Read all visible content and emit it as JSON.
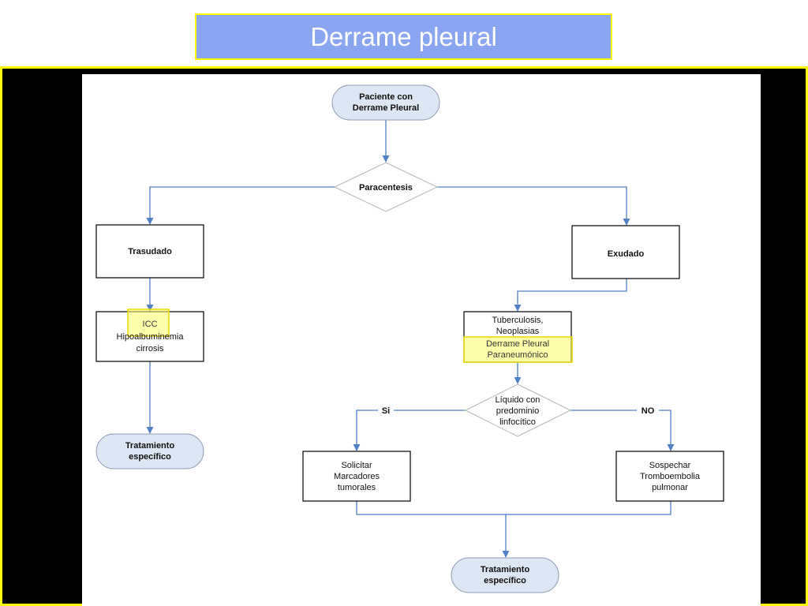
{
  "slide": {
    "title": "Derrame pleural"
  },
  "flow": {
    "start": [
      "Paciente con",
      "Derrame Pleural"
    ],
    "decision1": "Paracentesis",
    "trasudado": "Trasudado",
    "exudado": "Exudado",
    "trasudado_causes": {
      "icc": "ICC",
      "hipo": "Hipoalbuminemia",
      "cirrosis": "cirrosis"
    },
    "exudado_causes": [
      "Tuberculosis,",
      "Neoplasias"
    ],
    "paraneumonico": [
      "Derrame Pleural",
      "Paraneumónico"
    ],
    "decision2": [
      "Líquido con",
      "predominio",
      "linfocítico"
    ],
    "yes_label": "Si",
    "no_label": "NO",
    "left_action": [
      "Solicitar",
      "Marcadores",
      "tumorales"
    ],
    "right_action": [
      "Sospechar",
      "Tromboembolia",
      "pulmonar"
    ],
    "end_left": [
      "Tratamiento",
      "específico"
    ],
    "end_bottom": [
      "Tratamiento",
      "específico"
    ]
  },
  "colors": {
    "connector": "#4f7fc4",
    "terminal_fill": "#dde6f3",
    "highlight": "#ffff66"
  }
}
